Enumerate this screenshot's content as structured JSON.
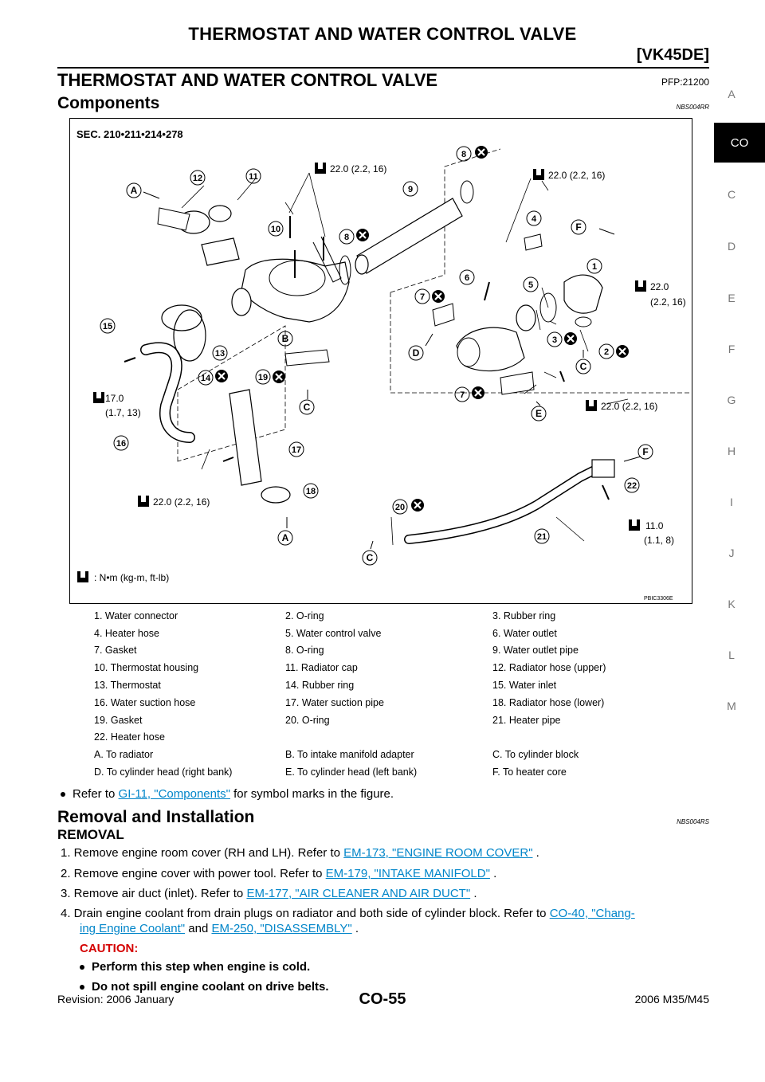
{
  "header": {
    "title": "THERMOSTAT AND WATER CONTROL VALVE",
    "model_code": "[VK45DE]"
  },
  "section": {
    "title": "THERMOSTAT AND WATER CONTROL VALVE",
    "pfp": "PFP:21200"
  },
  "components": {
    "title": "Components",
    "ref": "NBS004RR"
  },
  "side_index": {
    "letters": [
      "A",
      "CO",
      "C",
      "D",
      "E",
      "F",
      "G",
      "H",
      "I",
      "J",
      "K",
      "L",
      "M"
    ]
  },
  "figure": {
    "sec": "SEC. 210•211•214•278",
    "code": "PBIC3306E",
    "torque_unit": ": N•m (kg-m, ft-lb)",
    "torques": {
      "t1": "22.0 (2.2, 16)",
      "t2": "22.0 (2.2, 16)",
      "t3a": "22.0",
      "t3b": "(2.2, 16)",
      "t4a": "17.0",
      "t4b": "(1.7, 13)",
      "t5": "22.0 (2.2, 16)",
      "t6": "22.0 (2.2, 16)",
      "t7a": "11.0",
      "t7b": "(1.1, 8)"
    },
    "callouts": [
      "1",
      "2",
      "3",
      "4",
      "5",
      "6",
      "7",
      "7",
      "8",
      "8",
      "9",
      "10",
      "11",
      "12",
      "13",
      "14",
      "15",
      "16",
      "17",
      "18",
      "19",
      "20",
      "21",
      "22"
    ],
    "letters": [
      "A",
      "A",
      "B",
      "C",
      "C",
      "C",
      "D",
      "E",
      "F",
      "F"
    ]
  },
  "legend": [
    [
      "1.  Water connector",
      "2.  O-ring",
      "3.  Rubber ring"
    ],
    [
      "4.  Heater hose",
      "5.  Water control valve",
      "6.  Water outlet"
    ],
    [
      "7.  Gasket",
      "8.  O-ring",
      "9.  Water outlet pipe"
    ],
    [
      "10. Thermostat housing",
      "11. Radiator cap",
      "12. Radiator hose (upper)"
    ],
    [
      "13. Thermostat",
      "14. Rubber ring",
      "15. Water inlet"
    ],
    [
      "16. Water suction hose",
      "17. Water suction pipe",
      "18. Radiator hose (lower)"
    ],
    [
      "19. Gasket",
      "20. O-ring",
      "21. Heater pipe"
    ],
    [
      "22. Heater hose",
      "",
      ""
    ],
    [
      "A.  To radiator",
      "B.  To intake manifold adapter",
      "C.  To cylinder block"
    ],
    [
      "D.  To cylinder head (right bank)",
      "E.  To cylinder head (left bank)",
      "F.  To heater core"
    ]
  ],
  "note": {
    "pre": "Refer to ",
    "link": "GI-11, \"Components\"",
    "post": " for symbol marks in the figure."
  },
  "removal_installation": {
    "title": "Removal and Installation",
    "ref": "NBS004RS"
  },
  "removal": {
    "title": "REMOVAL",
    "step1": {
      "text": "1.  Remove engine room cover (RH and LH). Refer to ",
      "link": "EM-173, \"ENGINE ROOM COVER\"",
      "post": " ."
    },
    "step2": {
      "text": "2.  Remove engine cover with power tool. Refer to ",
      "link": "EM-179, \"INTAKE MANIFOLD\"",
      "post": " ."
    },
    "step3": {
      "text": "3.  Remove air duct (inlet). Refer to ",
      "link": "EM-177, \"AIR CLEANER AND AIR DUCT\"",
      "post": " ."
    },
    "step4": {
      "text": "4.  Drain engine coolant from drain plugs on radiator and both side of cylinder block. Refer to ",
      "link1": "CO-40, \"Chang-",
      "link1b": "ing Engine Coolant\"",
      "mid": " and ",
      "link2": "EM-250, \"DISASSEMBLY\"",
      "post": " ."
    },
    "caution": "CAUTION:",
    "caution_items": [
      "Perform this step when engine is cold.",
      "Do not spill engine coolant on drive belts."
    ]
  },
  "footer": {
    "revision": "Revision: 2006 January",
    "page": "CO-55",
    "model": "2006 M35/M45"
  }
}
